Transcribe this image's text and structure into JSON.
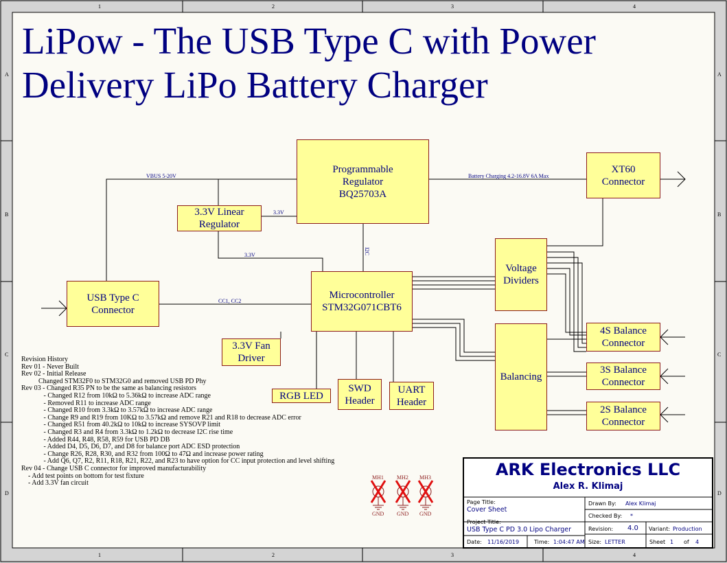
{
  "title": "LiPow - The USB Type C with Power\nDelivery LiPo Battery Charger",
  "frame": {
    "col_labels": [
      "1",
      "2",
      "3",
      "4"
    ],
    "row_labels": [
      "A",
      "B",
      "C",
      "D"
    ]
  },
  "blocks": {
    "regulator": "Programmable\nRegulator\nBQ25703A",
    "xt60": "XT60\nConnector",
    "linear": "3.3V Linear\nRegulator",
    "voltage_dividers": "Voltage\nDividers",
    "usbc": "USB Type C\nConnector",
    "mcu": "Microcontroller\nSTM32G071CBT6",
    "fan": "3.3V Fan\nDriver",
    "rgb": "RGB LED",
    "swd": "SWD\nHeader",
    "uart": "UART\nHeader",
    "balancing": "Balancing",
    "bal4s": "4S Balance\nConnector",
    "bal3s": "3S Balance\nConnector",
    "bal2s": "2S Balance\nConnector"
  },
  "nets": {
    "vbus": "VBUS 5-20V",
    "battery": "Battery Charging 4.2-16.8V 6A Max",
    "v33a": "3.3V",
    "v33b": "3.3V",
    "i2c": "I2C",
    "cc": "CC1, CC2"
  },
  "revision_history": [
    "Revision History",
    "Rev 01 - Never Built",
    "Rev 02 - Initial Release",
    "          Changed STM32F0 to STM32G0 and removed USB PD Phy",
    "Rev 03 - Changed R35 PN to be the same as balancing resistors",
    "             - Changed R12 from 10kΩ to 5.36kΩ to increase ADC range",
    "             - Removed R11 to increase ADC range",
    "             - Changed R10 from 3.3kΩ to 3.57kΩ to increase ADC range",
    "             - Change R9 and R19 from 10KΩ to 3.57kΩ and remove R21 and R18 to decrease ADC error",
    "             - Changed R51 from 40.2kΩ to 10kΩ to increase SYSOVP limit",
    "             - Changed R3 and R4 from 3.3kΩ to 1.2kΩ to decrease I2C rise time",
    "             - Added R44, R48, R58, R59 for USB PD DB",
    "             - Added D4, D5, D6, D7, and D8 for balance port ADC ESD protection",
    "             - Change R26, R28, R30, and R32 from 100Ω to 47Ω and increase power rating",
    "             - Add Q6, Q7, R2, R11, R18, R21, R22, and R23 to have option for CC input protection and level shifting",
    "Rev 04 - Change USB C connector for improved manufacturability",
    "    - Add test points on bottom for test fixture",
    "    - Add 3.3V fan circuit"
  ],
  "mounting_holes": {
    "labels": [
      "MH1",
      "MH2",
      "MH3"
    ],
    "gnd": "GND"
  },
  "title_block": {
    "company": "ARK Electronics LLC",
    "author": "Alex R. Klimaj",
    "page_title_label": "Page Title:",
    "page_title": "Cover Sheet",
    "project_title_label": "Project Title:",
    "project_title": "USB Type C PD 3.0 Lipo Charger",
    "drawn_by_label": "Drawn By:",
    "drawn_by": "Alex Klimaj",
    "checked_by_label": "Checked By:",
    "checked_by": "*",
    "revision_label": "Revision:",
    "revision": "4.0",
    "variant_label": "Variant:",
    "variant": "Production",
    "date_label": "Date:",
    "date": "11/16/2019",
    "time_label": "Time:",
    "time": "1:04:47 AM",
    "size_label": "Size:",
    "size": "LETTER",
    "sheet_label": "Sheet",
    "sheet": "1",
    "of_label": "of",
    "of": "4"
  },
  "colors": {
    "block_fill": "#ffff99",
    "block_border": "#8b1a1a",
    "text_blue": "#000080",
    "wire": "#000000",
    "sheet_bg": "#fbfaf4",
    "frame_bg": "#d4d4d4",
    "cross": "#e01010"
  }
}
